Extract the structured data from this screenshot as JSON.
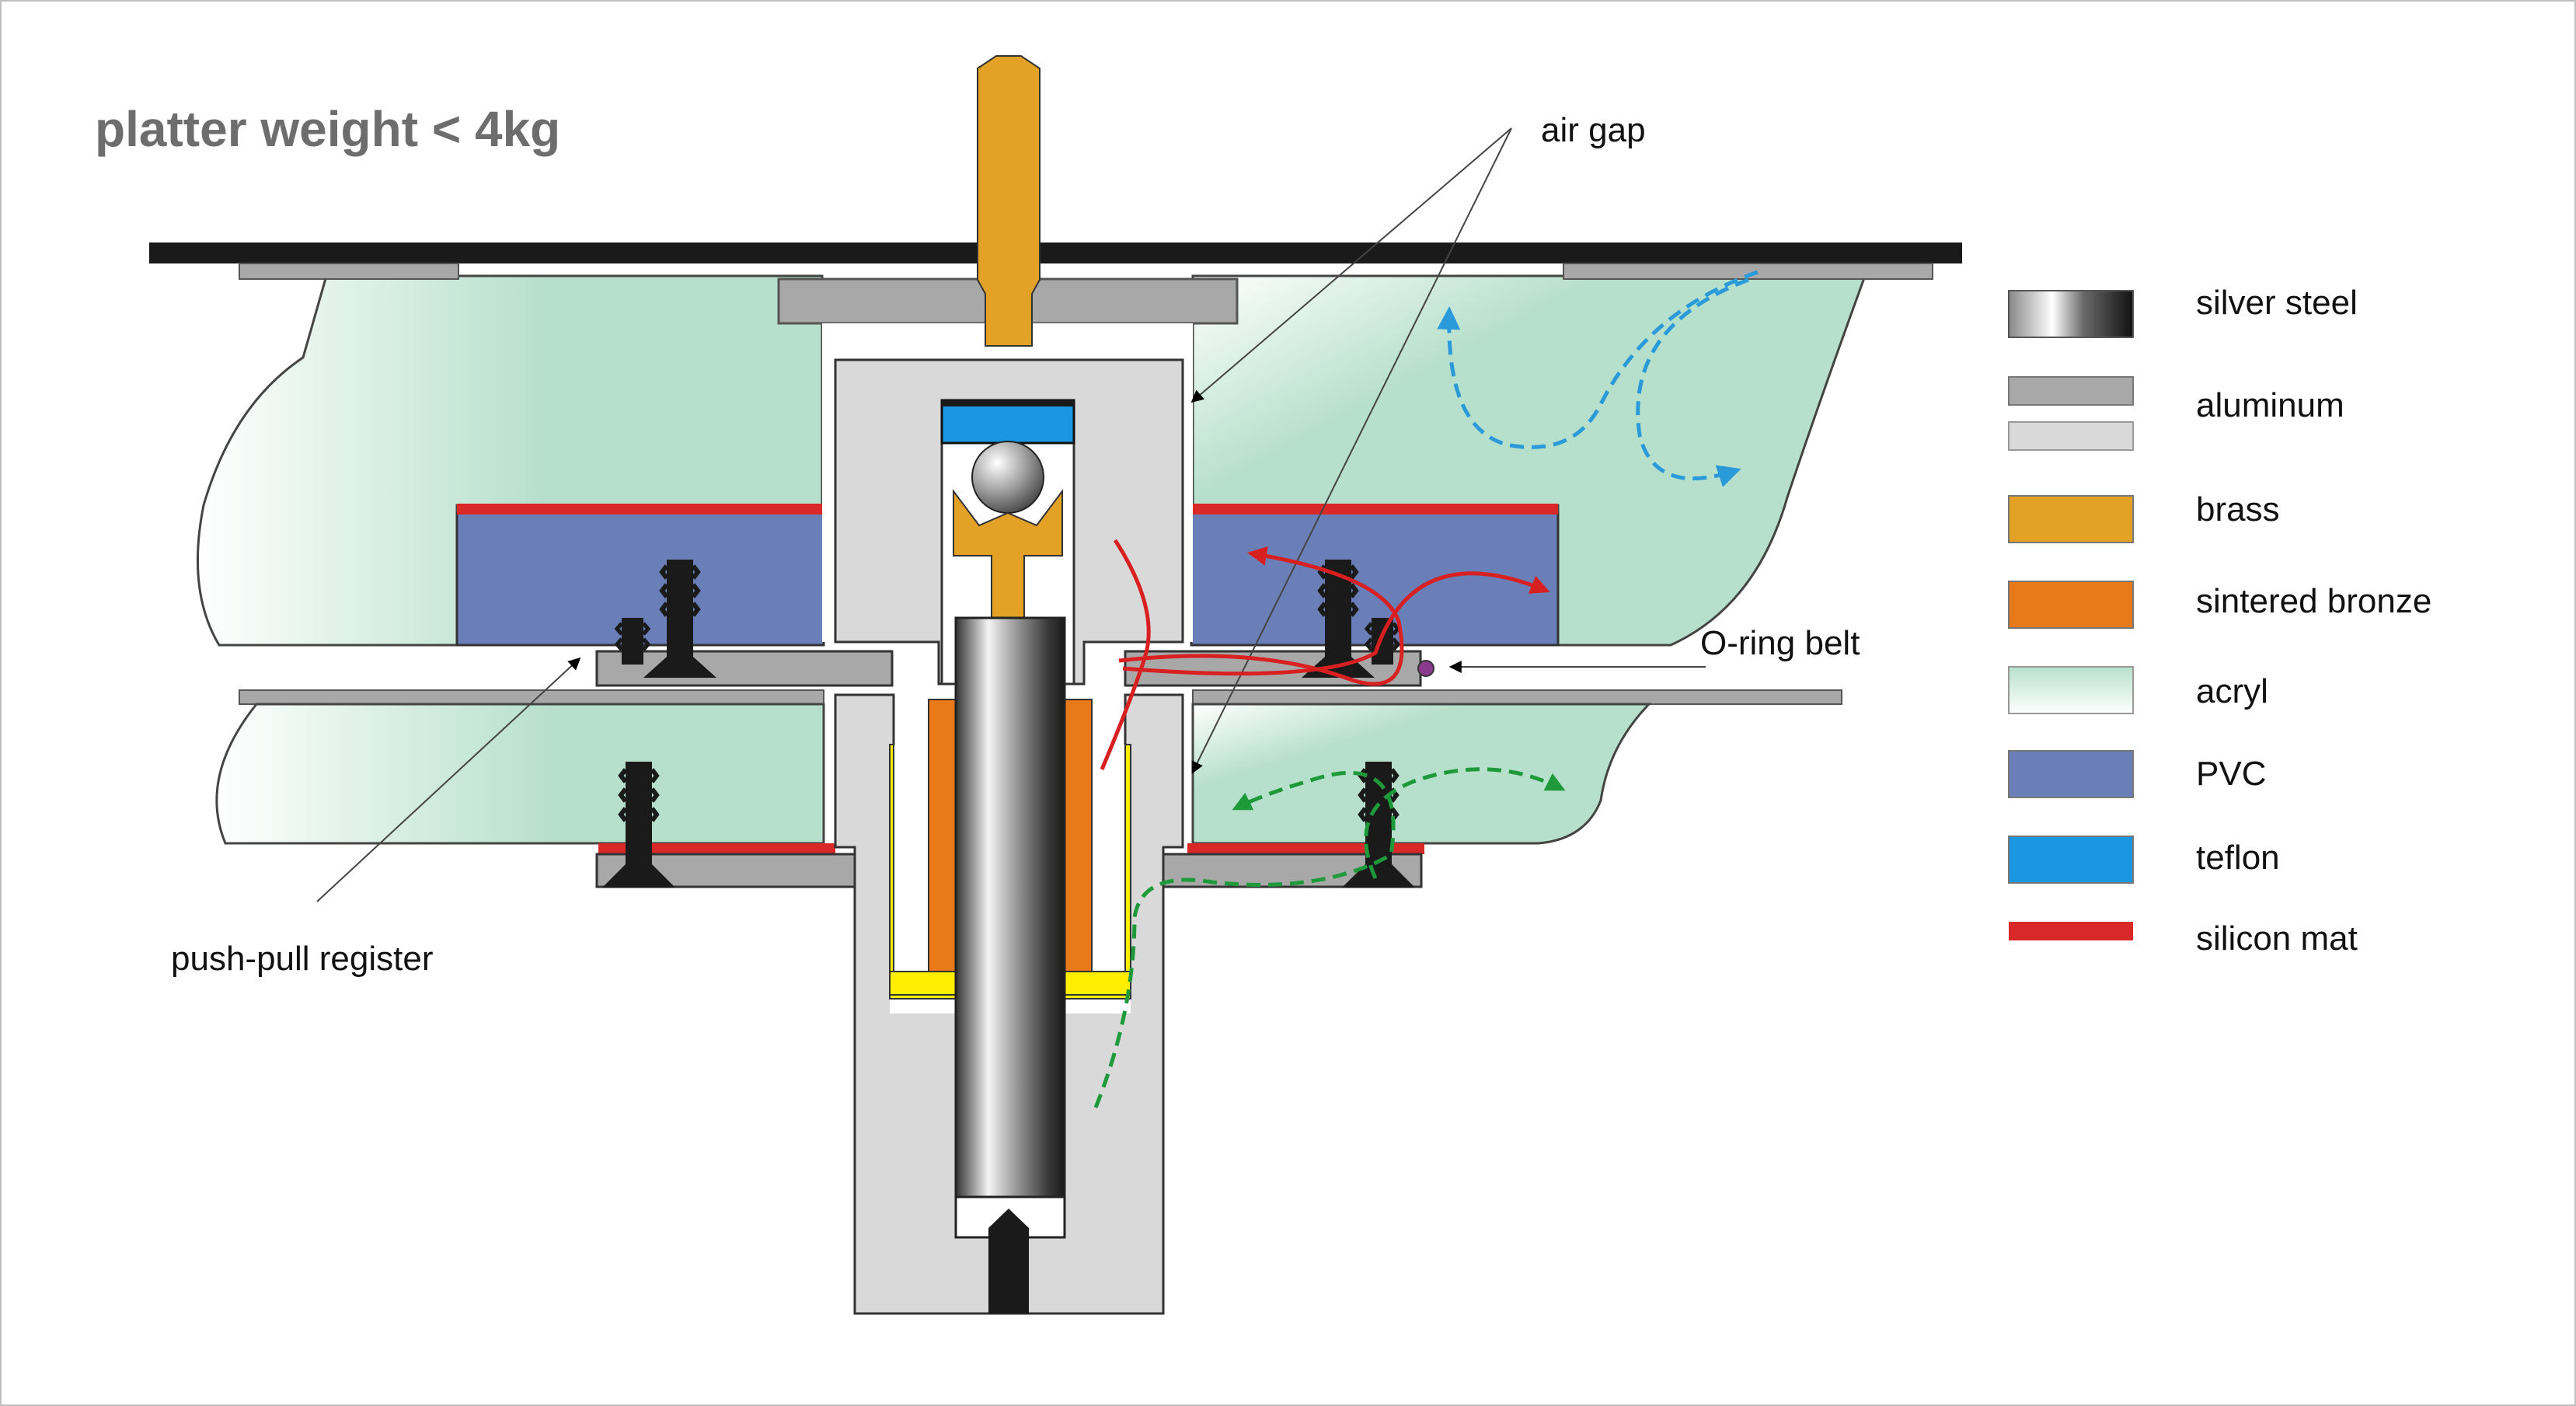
{
  "title": "platter weight  < 4kg",
  "labels": {
    "air_gap": "air gap",
    "o_ring_belt": "O-ring belt",
    "push_pull_register": "push-pull register"
  },
  "legend": [
    {
      "label": "silver steel",
      "color": "#b5b5b5"
    },
    {
      "label": "aluminum",
      "color": "#a8a8a8"
    },
    {
      "label": "brass",
      "color": "#e3a226"
    },
    {
      "label": "sintered bronze",
      "color": "#e87a1a"
    },
    {
      "label": "acryl",
      "color": "#c8e8d8"
    },
    {
      "label": "PVC",
      "color": "#6a7fb8"
    },
    {
      "label": "teflon",
      "color": "#1b96e0"
    },
    {
      "label": "silicon mat",
      "color": "#d82828"
    }
  ],
  "colors": {
    "aluminum_dark": "#a8a8a8",
    "aluminum_light": "#d9d9d9",
    "acryl": "#b7e0cc",
    "pvc": "#6a7fb8",
    "brass": "#e3a226",
    "bronze": "#e87a1a",
    "teflon": "#1b96e0",
    "silicon": "#d82828",
    "yellow_oil": "#ffee00",
    "platter_black": "#1a1a1a",
    "blue_flow": "#2a9ad8",
    "green_flow": "#1e9a3a",
    "red_flow": "#d82020"
  }
}
